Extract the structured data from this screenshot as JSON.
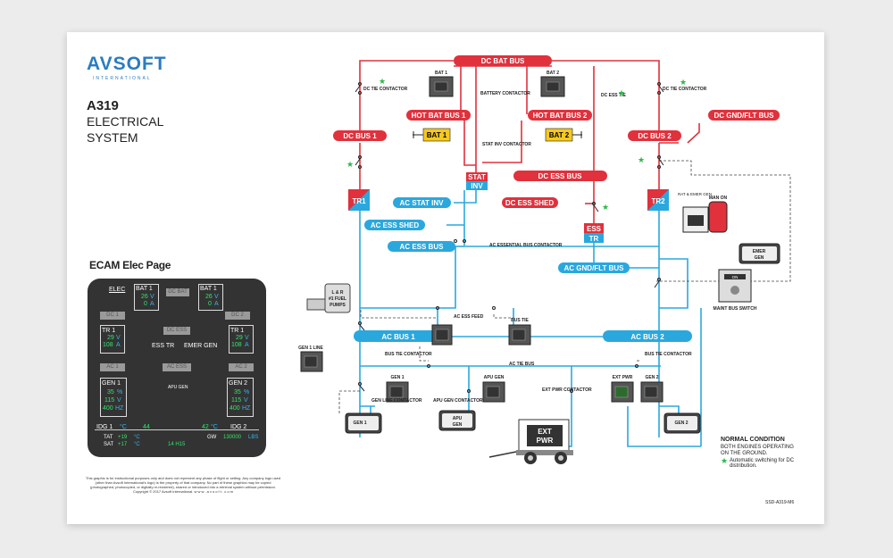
{
  "brand": {
    "name": "AVSOFT",
    "sub": "INTERNATIONAL"
  },
  "title": {
    "model": "A319",
    "line1": "ELECTRICAL",
    "line2": "SYSTEM"
  },
  "ecam": {
    "heading": "ECAM Elec Page",
    "elec": "ELEC",
    "bat1": {
      "label": "BAT 1",
      "volts": "26",
      "amps": "0",
      "vunit": "V",
      "aunit": "A"
    },
    "bat2": {
      "label": "BAT 1",
      "volts": "26",
      "amps": "0",
      "vunit": "V",
      "aunit": "A"
    },
    "dcbat": "DC BAT",
    "dc1": "DC 1",
    "dc2": "DC 2",
    "dcess": "DC ESS",
    "tr1": {
      "label": "TR 1",
      "volts": "29",
      "amps": "108",
      "vunit": "V",
      "aunit": "A"
    },
    "tr2": {
      "label": "TR 1",
      "volts": "29",
      "amps": "108",
      "vunit": "V",
      "aunit": "A"
    },
    "esstr": "ESS TR",
    "emergen": "EMER GEN",
    "ac1": "AC 1",
    "ac2": "AC 2",
    "acess": "AC ESS",
    "gen1": {
      "label": "GEN 1",
      "pct": "35",
      "volts": "115",
      "hz": "400",
      "pu": "%",
      "vu": "V",
      "hu": "HZ"
    },
    "gen2": {
      "label": "GEN 2",
      "pct": "35",
      "volts": "115",
      "hz": "400",
      "pu": "%",
      "vu": "V",
      "hu": "HZ"
    },
    "apugen": "APU GEN",
    "idg1": "IDG 1",
    "idg1val": "44",
    "idg2": "IDG 2",
    "idg2val": "42",
    "degc": "°C",
    "tat": "TAT",
    "tatval": "+19",
    "sat": "SAT",
    "satval": "+17",
    "time": "14 H15",
    "gw": "GW",
    "gwval": "130000",
    "gwunit": "LBS"
  },
  "buses": {
    "dc_bat_bus": "DC BAT BUS",
    "dc_bus_1": "DC BUS 1",
    "dc_bus_2": "DC BUS 2",
    "hot_bat_bus_1": "HOT BAT BUS 1",
    "hot_bat_bus_2": "HOT BAT BUS 2",
    "dc_gnd_flt_bus": "DC GND/FLT BUS",
    "dc_ess_bus": "DC ESS BUS",
    "dc_ess_shed": "DC ESS SHED",
    "ac_stat_inv": "AC STAT INV",
    "ac_ess_shed": "AC ESS SHED",
    "ac_ess_bus": "AC ESS BUS",
    "ac_gnd_flt_bus": "AC GND/FLT BUS",
    "ac_bus_1": "AC BUS 1",
    "ac_bus_2": "AC BUS 2"
  },
  "components": {
    "bat1": "BAT 1",
    "bat2": "BAT 2",
    "tr1": "TR1",
    "tr2": "TR2",
    "stat": "STAT",
    "inv": "INV",
    "ess": "ESS",
    "tr": "TR",
    "gen1": "GEN 1",
    "gen2": "GEN 2",
    "apu": "APU",
    "gen": "GEN",
    "ext": "EXT",
    "pwr": "PWR",
    "emer": "EMER",
    "lr_fuel_1": "L & R",
    "lr_fuel_2": "#1 FUEL",
    "lr_fuel_3": "PUMPS",
    "on": "ON",
    "rat_emer": "RAT & EMER GEN",
    "man_on": "MAN ON",
    "maint_bus": "MAINT BUS SWITCH",
    "bus_tie": "BUS TIE"
  },
  "contactors": {
    "dc_tie_left": "DC TIE CONTACTOR",
    "dc_tie_right": "DC TIE CONTACTOR",
    "battery_contactor": "BATTERY CONTACTOR",
    "dc_ess_tie": "DC ESS TIE",
    "stat_inv_contactor": "STAT INV CONTACTOR",
    "ac_ess_contactor": "AC ESSENTIAL BUS CONTACTOR",
    "ac_ess_feed": "AC ESS FEED",
    "gen1_line": "GEN 1 LINE",
    "bus_tie_left": "BUS TIE CONTACTOR",
    "bus_tie_right": "BUS TIE CONTACTOR",
    "ac_tie_bus": "AC TIE BUS",
    "gen_line_contactor": "GEN LINE CONTACTOR",
    "apu_gen_contactor": "APU GEN CONTACTOR",
    "ext_pwr_contactor": "EXT PWR CONTACTOR",
    "apu_gen_panel": "APU GEN",
    "ext_pwr_panel": "EXT PWR",
    "gen2_panel": "GEN 2",
    "gen1_panel": "GEN 1"
  },
  "legend": {
    "title": "NORMAL CONDITION",
    "line1": "BOTH ENGINES OPERATING",
    "line2": "ON THE GROUND.",
    "star_note": "Automatic switching for DC distribution."
  },
  "code": "SSD-A319-M6",
  "disclaimer": "This graphic is for instructional purposes only and does not represent any phase of flight or setting. Any company logo used (other than Avsoft International's logo) is the property of that company. No part of these graphics may be copied (photographed, photocopied, or digitally re-rendered), shared or introduced into a retrieval system without permission. Copyright © 2017 Avsoft International. w w w . a v s o f t . c o m",
  "colors": {
    "dc": "#e0313c",
    "ac": "#2aa8de",
    "bat": "#f7c81d",
    "panel": "#333333",
    "star": "#2db84a"
  }
}
